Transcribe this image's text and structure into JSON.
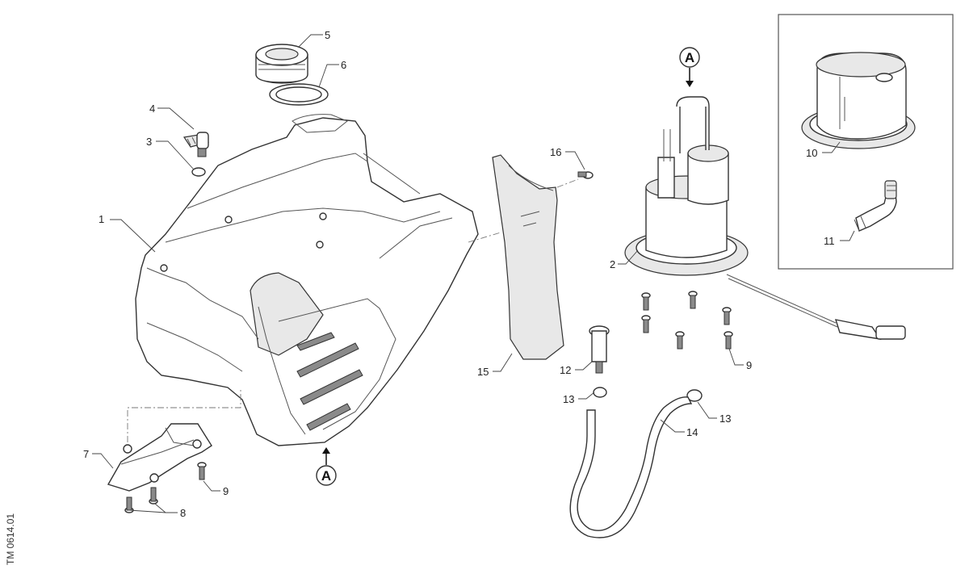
{
  "drawing_code": "TM 0614.01",
  "view_marker": "A",
  "callouts": [
    "1",
    "2",
    "3",
    "4",
    "5",
    "6",
    "7",
    "8",
    "9",
    "9",
    "10",
    "11",
    "12",
    "13",
    "13",
    "14",
    "15",
    "16"
  ]
}
